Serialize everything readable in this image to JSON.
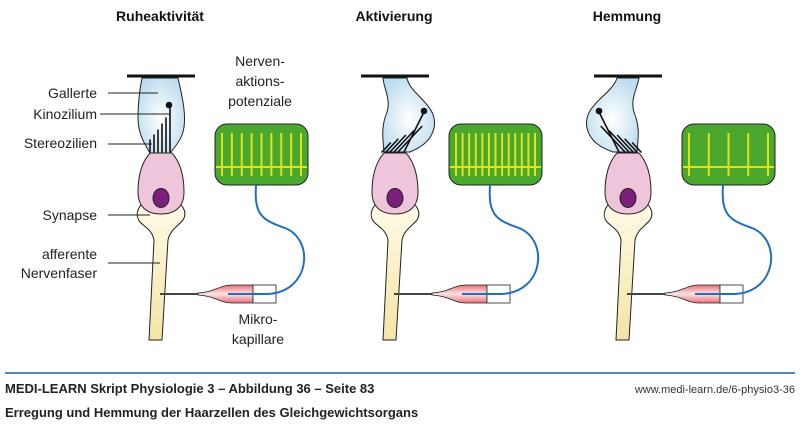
{
  "panels": [
    {
      "title": "Ruheaktivität",
      "state": "rest",
      "spike_count": 9
    },
    {
      "title": "Aktivierung",
      "state": "activation",
      "spike_count": 13
    },
    {
      "title": "Hemmung",
      "state": "inhibition",
      "spike_count": 5
    }
  ],
  "labels": {
    "gallerte": "Gallerte",
    "kinozilium": "Kinozilium",
    "stereozilien": "Stereozilien",
    "synapse": "Synapse",
    "afferente_1": "afferente",
    "afferente_2": "Nervenfaser",
    "nap_1": "Nerven-",
    "nap_2": "aktions-",
    "nap_3": "potenziale",
    "mikro_1": "Mikro-",
    "mikro_2": "kapillare"
  },
  "footer": {
    "source": "MEDI-LEARN Skript Physiologie 3 – Abbildung 36 – Seite 83",
    "url": "www.medi-learn.de/6-physio3-36",
    "caption": "Erregung und Hemmung der Haarzellen des Gleichgewichtsorgans"
  },
  "colors": {
    "screen": "#4aa82e",
    "trace": "#e2e21c",
    "wire": "#1e6fbf",
    "rule": "#1c5ea8",
    "cell": "#efc5dc",
    "nucleus": "#7b1f7a",
    "fiber": "#f6eebc",
    "gel": "#cfe6f3"
  }
}
